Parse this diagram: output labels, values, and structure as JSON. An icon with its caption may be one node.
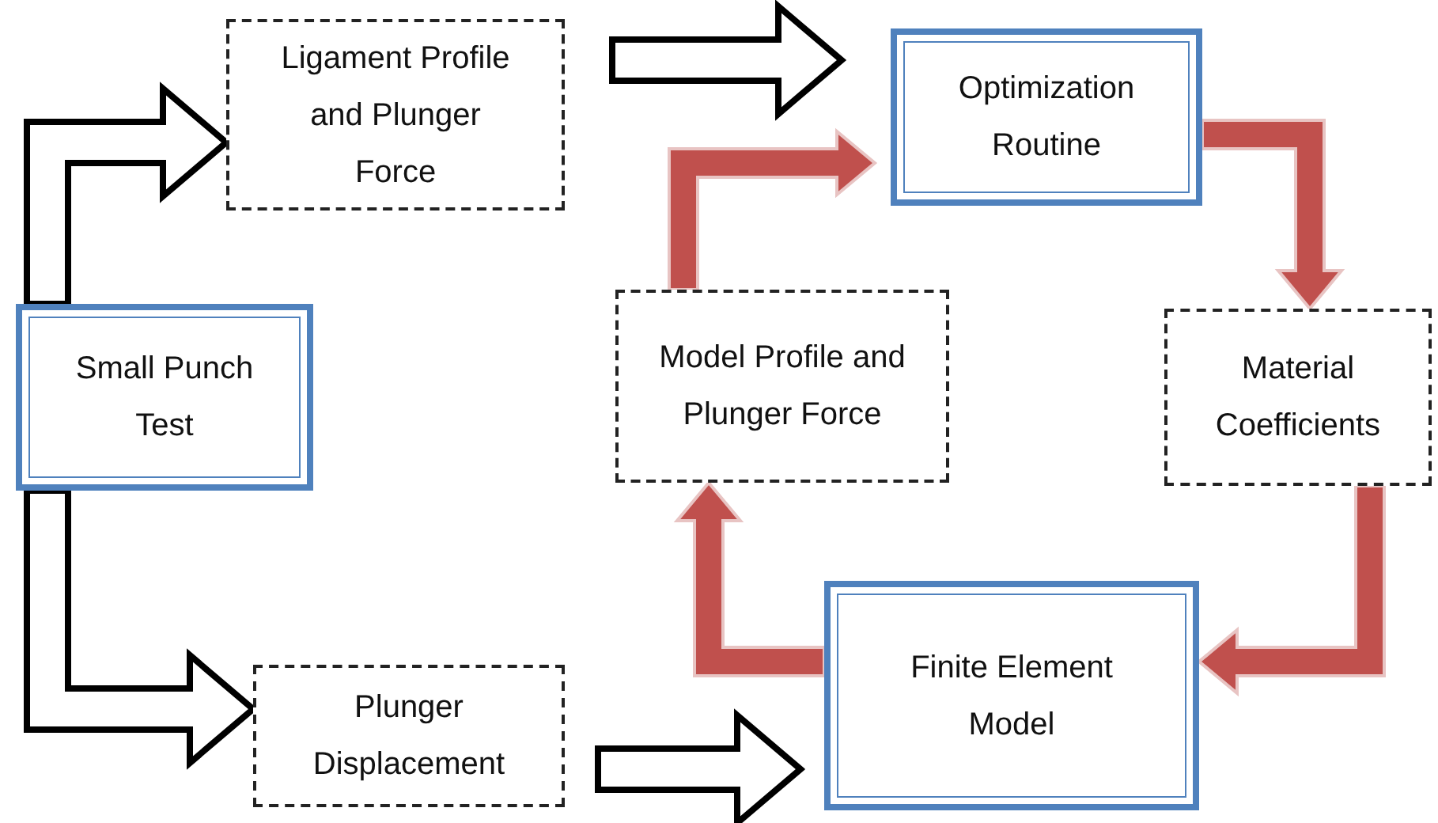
{
  "diagram": {
    "nodes": [
      {
        "text": [
          "Small Punch Test"
        ]
      },
      {
        "text": [
          "Ligament Profile and Plunger Force"
        ]
      },
      {
        "text": [
          "Optimization Routine"
        ]
      },
      {
        "text": [
          "Material Coefficients"
        ]
      },
      {
        "text": [
          "Finite Element Model"
        ]
      },
      {
        "text": [
          "Model Profile and Plunger Force"
        ]
      },
      {
        "text": [
          "Plunger Displacement"
        ]
      }
    ],
    "edges": [
      {
        "from": 0,
        "to": 1,
        "arrow": "to"
      },
      {
        "from": 1,
        "to": 2,
        "arrow": "to"
      },
      {
        "from": 2,
        "to": 3,
        "arrow": "to",
        "color": "#c0504d"
      },
      {
        "from": 3,
        "to": 4,
        "arrow": "to",
        "color": "#c0504d"
      },
      {
        "from": 4,
        "to": 5,
        "arrow": "to",
        "color": "#c0504d"
      },
      {
        "from": 5,
        "to": 2,
        "arrow": "to",
        "color": "#c0504d"
      },
      {
        "from": 0,
        "to": 6,
        "arrow": "to"
      },
      {
        "from": 6,
        "to": 4,
        "arrow": "to"
      }
    ]
  }
}
